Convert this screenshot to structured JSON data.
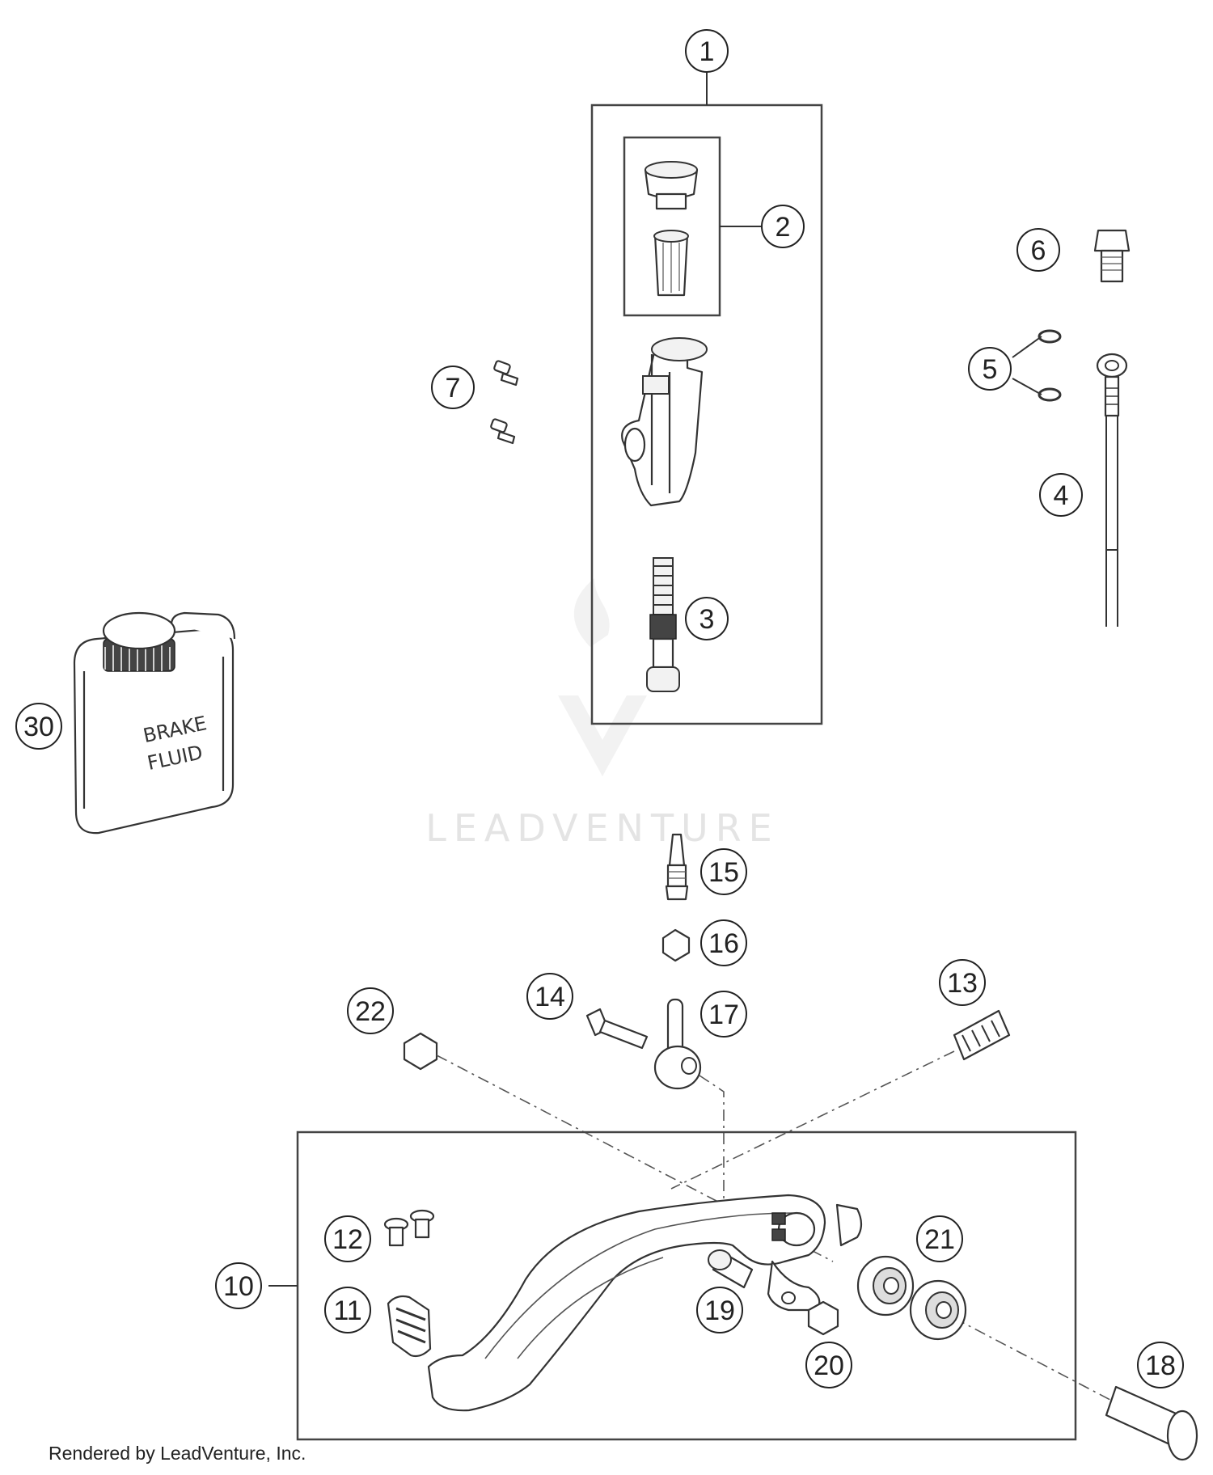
{
  "diagram": {
    "watermark": "LEADVENTURE",
    "can_label_line1": "BRAKE",
    "can_label_line2": "FLUID",
    "footer": "Rendered by LeadVenture, Inc.",
    "callouts": [
      "1",
      "2",
      "3",
      "4",
      "5",
      "6",
      "7",
      "10",
      "11",
      "12",
      "13",
      "14",
      "15",
      "16",
      "17",
      "18",
      "19",
      "20",
      "21",
      "22",
      "30"
    ]
  }
}
